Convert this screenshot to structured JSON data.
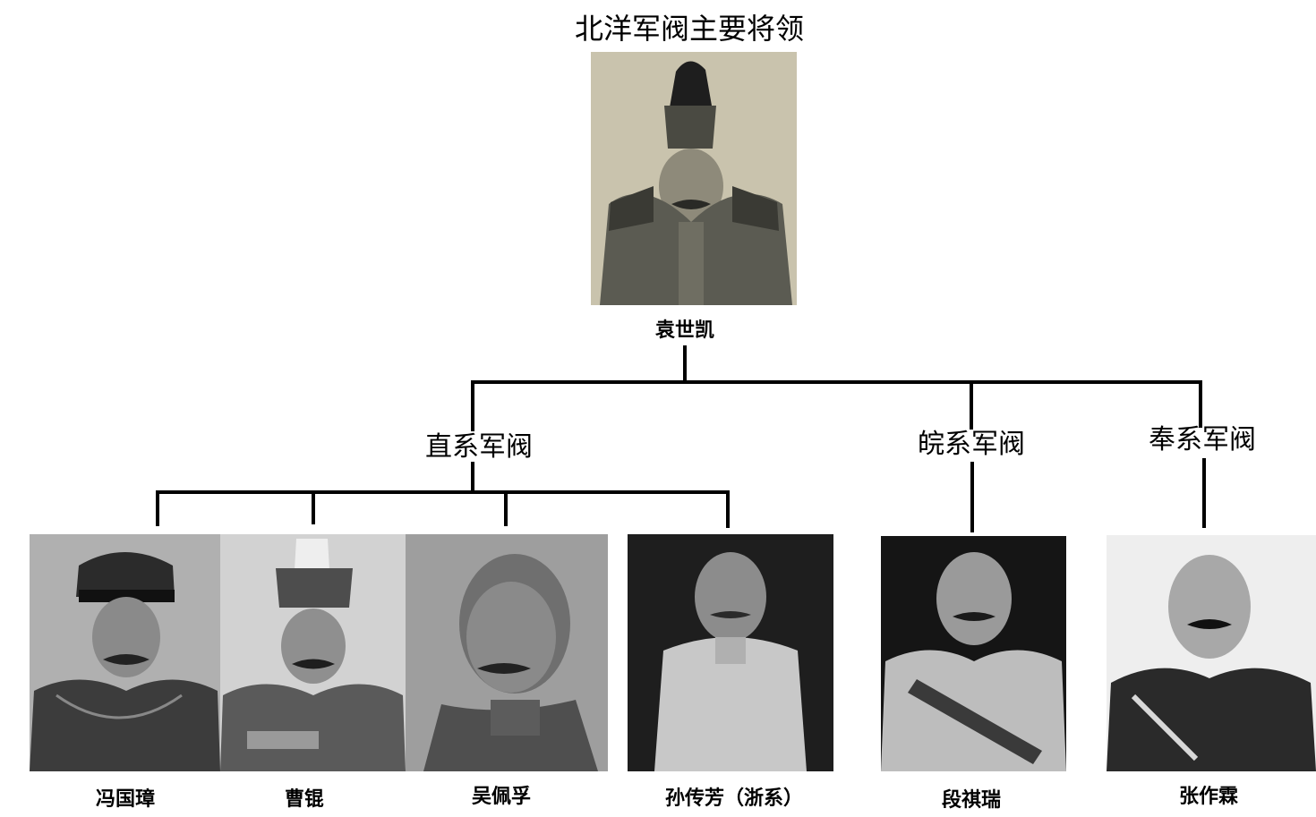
{
  "title": "北洋军阀主要将领",
  "root": {
    "name": "袁世凯",
    "photo": "portrait-photo"
  },
  "groups": [
    {
      "label": "直系军阀"
    },
    {
      "label": "皖系军阀"
    },
    {
      "label": "奉系军阀"
    }
  ],
  "leaders": [
    {
      "name": "冯国璋"
    },
    {
      "name": "曹锟"
    },
    {
      "name": "吴佩孚"
    },
    {
      "name": "孙传芳（浙系）"
    },
    {
      "name": "段祺瑞"
    },
    {
      "name": "张作霖"
    }
  ],
  "colors": {
    "line": "#000000",
    "photo_sepia": "#c9c3ad",
    "photo_gray": "#b5b5b5",
    "photo_dark": "#1a1a1a"
  }
}
